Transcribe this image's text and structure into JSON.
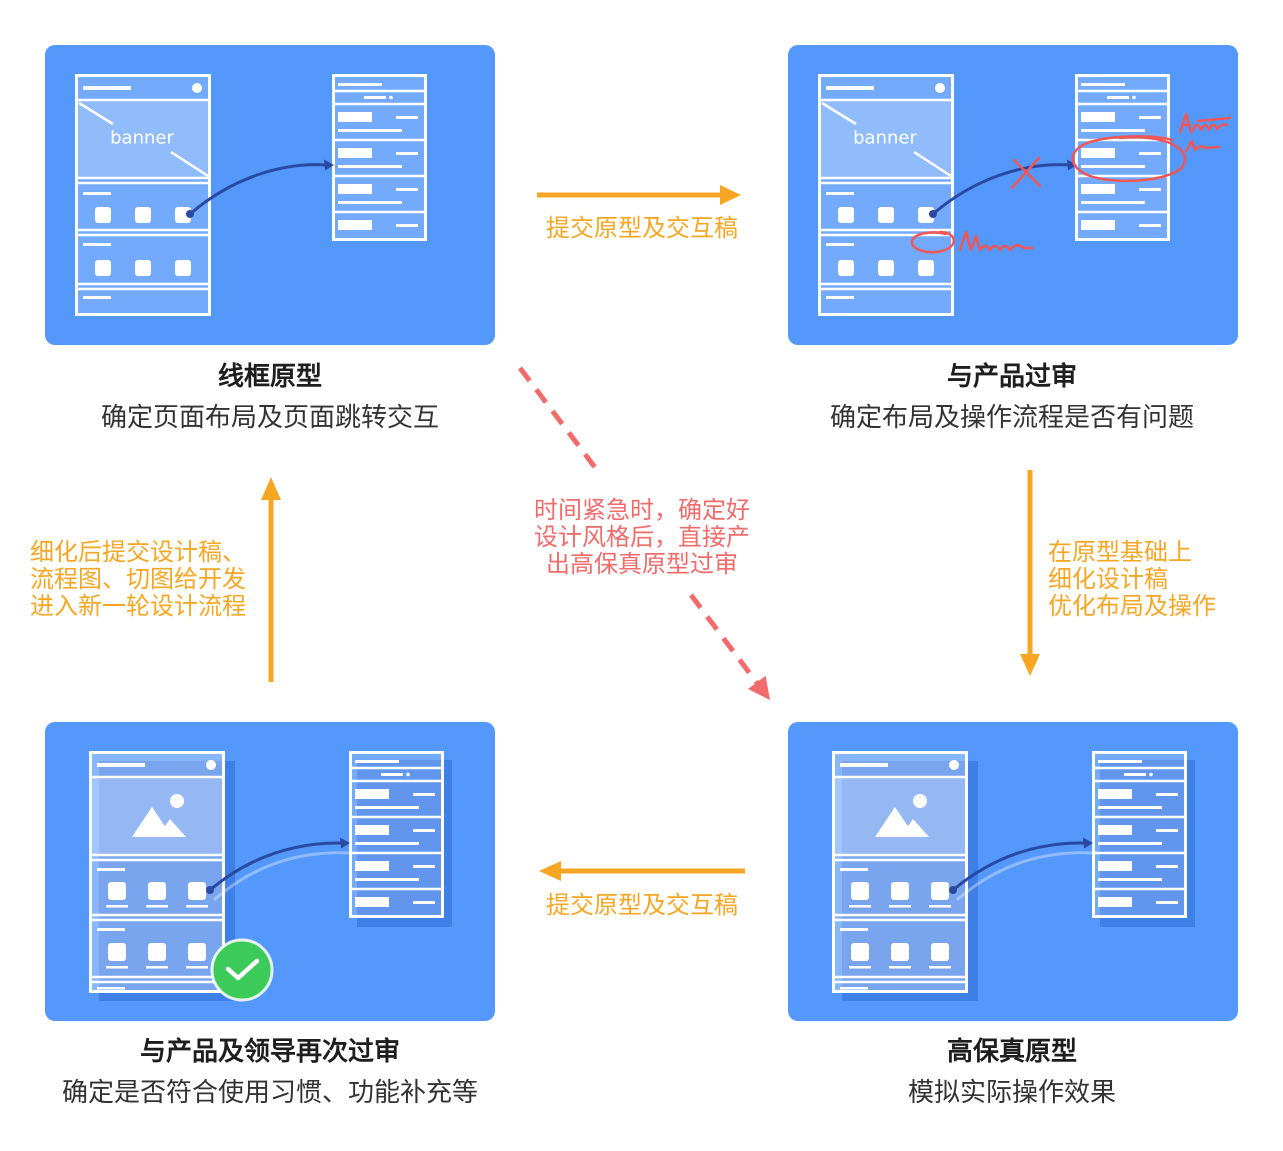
{
  "colors": {
    "panel": "#5598fc",
    "mockup_shadow": "#3f7fe8",
    "flow_arrow": "#f6a623",
    "shortcut": "#f26b6b",
    "link_curve": "#2a49a3",
    "annotation": "#f05656",
    "approved": "#3ccb5a",
    "title_text": "#1e1e1e",
    "desc_text": "#333333"
  },
  "stages": [
    {
      "title": "线框原型",
      "desc": "确定页面布局及页面跳转交互",
      "banner_label": "banner"
    },
    {
      "title": "与产品过审",
      "desc": "确定布局及操作流程是否有问题",
      "banner_label": "banner",
      "annotation_icon": "cross-mark-icon"
    },
    {
      "title": "高保真原型",
      "desc": "模拟实际操作效果",
      "icon": "image-icon"
    },
    {
      "title": "与产品及领导再次过审",
      "desc": "确定是否符合使用习惯、功能补充等",
      "icon": "image-icon",
      "badge_icon": "check-icon"
    }
  ],
  "transitions": {
    "submit_prototype": {
      "label": "提交原型及交互稿"
    },
    "refine_design": {
      "lines": [
        "在原型基础上",
        "细化设计稿",
        "优化布局及操作"
      ]
    },
    "submit_hifi": {
      "label": "提交原型及交互稿"
    },
    "handoff": {
      "lines": [
        "细化后提交设计稿、",
        "流程图、切图给开发",
        "进入新一轮设计流程"
      ]
    },
    "shortcut": {
      "lines": [
        "时间紧急时，确定好",
        "设计风格后，直接产",
        "出高保真原型过审"
      ]
    }
  }
}
